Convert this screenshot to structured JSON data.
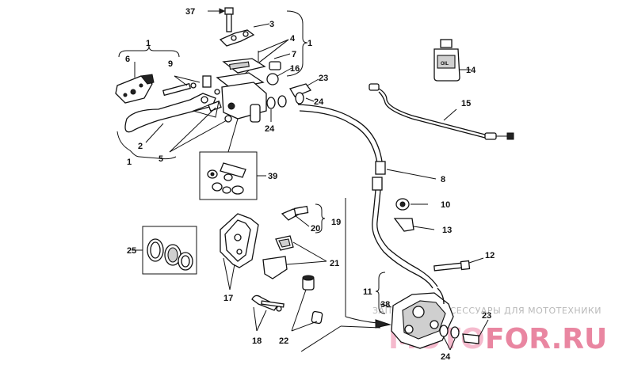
{
  "diagram": {
    "callouts": {
      "c37": "37",
      "c3": "3",
      "c4": "4",
      "c1_top": "1",
      "c7": "7",
      "c16": "16",
      "c23_top": "23",
      "c24_right": "24",
      "c24_left": "24",
      "c1_lever_top": "1",
      "c6": "6",
      "c9": "9",
      "c2": "2",
      "c5": "5",
      "c1_lever_bot": "1",
      "c39": "39",
      "c14": "14",
      "c15": "15",
      "c8": "8",
      "c10": "10",
      "c13": "13",
      "c19": "19",
      "c20": "20",
      "c21": "21",
      "c25": "25",
      "c17": "17",
      "c12": "12",
      "c11": "11",
      "c38": "38",
      "c18": "18",
      "c22": "22",
      "c23_bot": "23",
      "c24_bot": "24"
    },
    "oil_bottle_label": "OIL"
  },
  "watermark": {
    "tagline": "ЗАПЧАСТИ И АКСЕССУАРЫ ДЛЯ МОТОТЕХНИКИ",
    "logo_left": "MOTO",
    "logo_right": "FOR.RU",
    "colors": {
      "logo_pink": "#f2a6c0",
      "logo_red": "#e06a8a",
      "text_gray": "#b9b9b9"
    }
  }
}
